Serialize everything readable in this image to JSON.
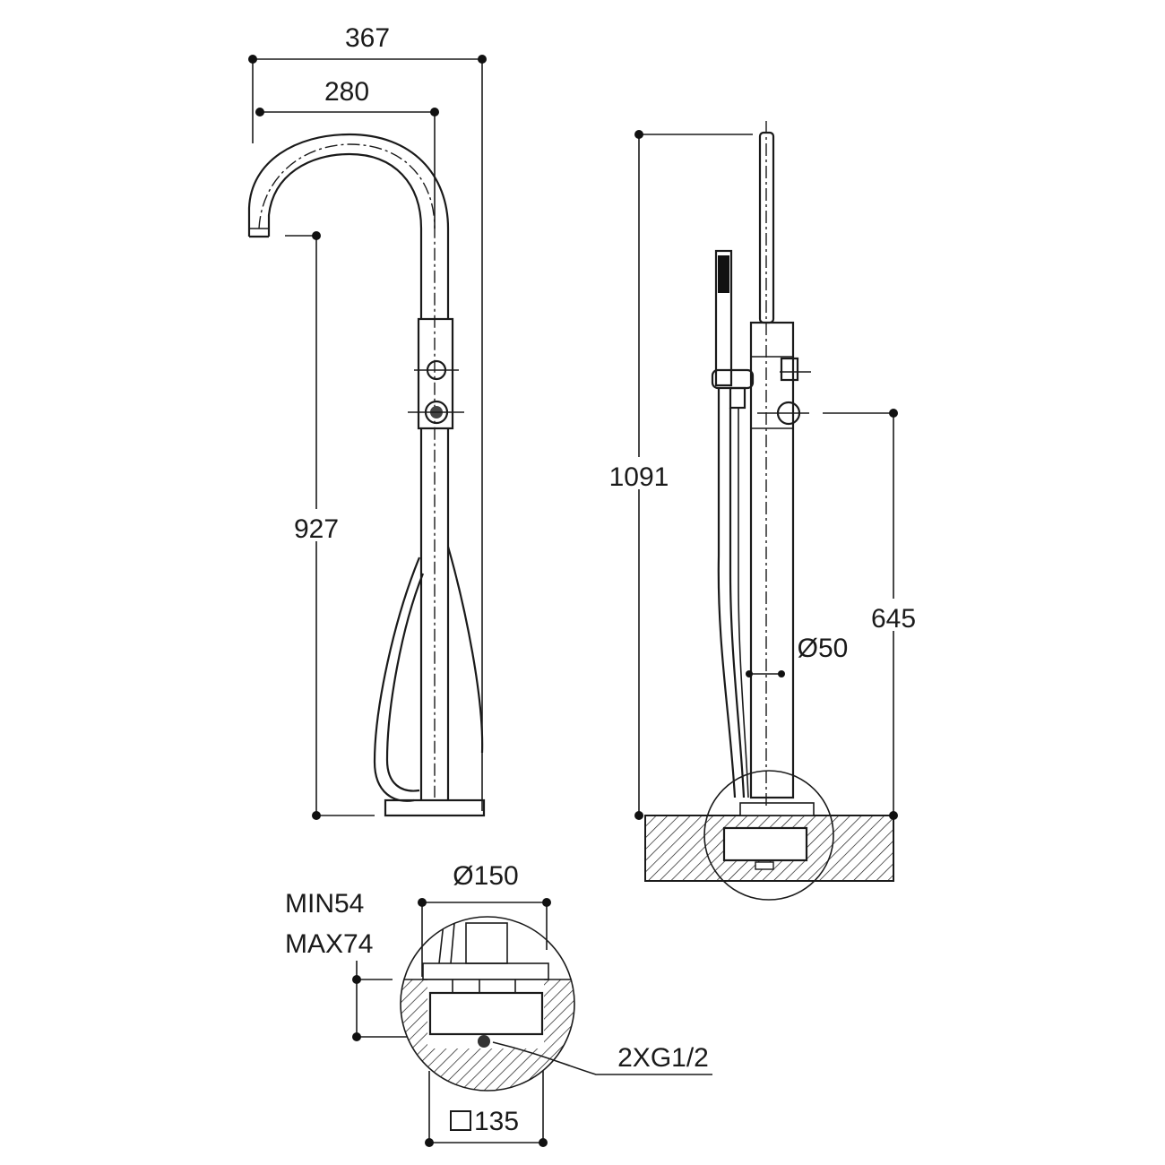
{
  "dimensions": {
    "overall_width": "367",
    "spout_reach": "280",
    "spout_height": "927",
    "overall_height": "1091",
    "handle_height": "645",
    "body_diameter": "Ø50",
    "base_diameter": "Ø150",
    "install_depth_min": "MIN54",
    "install_depth_max": "MAX74",
    "connections": "2XG1/2",
    "box_size": "135"
  },
  "colors": {
    "line": "#1a1a1a",
    "background": "#ffffff"
  }
}
